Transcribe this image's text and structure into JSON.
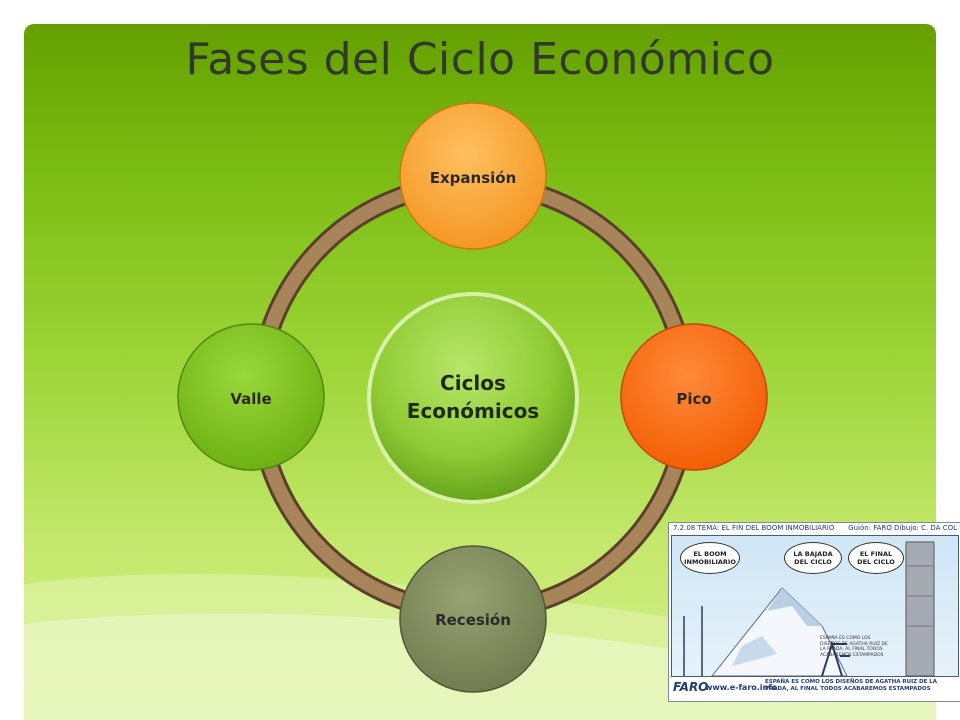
{
  "slide": {
    "title": "Fases del Ciclo Económico"
  },
  "diagram": {
    "center": {
      "line1": "Ciclos",
      "line2": "Económicos"
    },
    "nodes": [
      {
        "id": "expansion",
        "label": "Expansión",
        "color": "#f7a32e"
      },
      {
        "id": "pico",
        "label": "Pico",
        "color": "#ff6a0c"
      },
      {
        "id": "recesion",
        "label": "Recesión",
        "color": "#7f8a5e"
      },
      {
        "id": "valle",
        "label": "Valle",
        "color": "#7dbf1a"
      }
    ],
    "ring_color": "#8a6a45"
  },
  "cartoon": {
    "header_left": "7.2.08  TEMA: EL FIN DEL BOOM INMOBILIARIO",
    "header_right": "Guión: FARO  Dibujo: C. DA COL",
    "bubbles": [
      "EL BOOM\nINMOBILIARIO",
      "LA BAJADA\nDEL CICLO",
      "EL FINAL\nDEL CICLO"
    ],
    "inner_caption": "ESPAÑA ES COMO LOS DISEÑOS DE AGATHA RUIZ DE LA PRADA, AL FINAL TODOS ACABAREMOS ESTAMPADOS",
    "logo": "FARO",
    "url": "www.e-faro.info",
    "caption": "ESPAÑA ES COMO LOS DISEÑOS DE AGATHA RUIZ DE LA PRADA, AL FINAL TODOS ACABAREMOS ESTAMPADOS"
  }
}
